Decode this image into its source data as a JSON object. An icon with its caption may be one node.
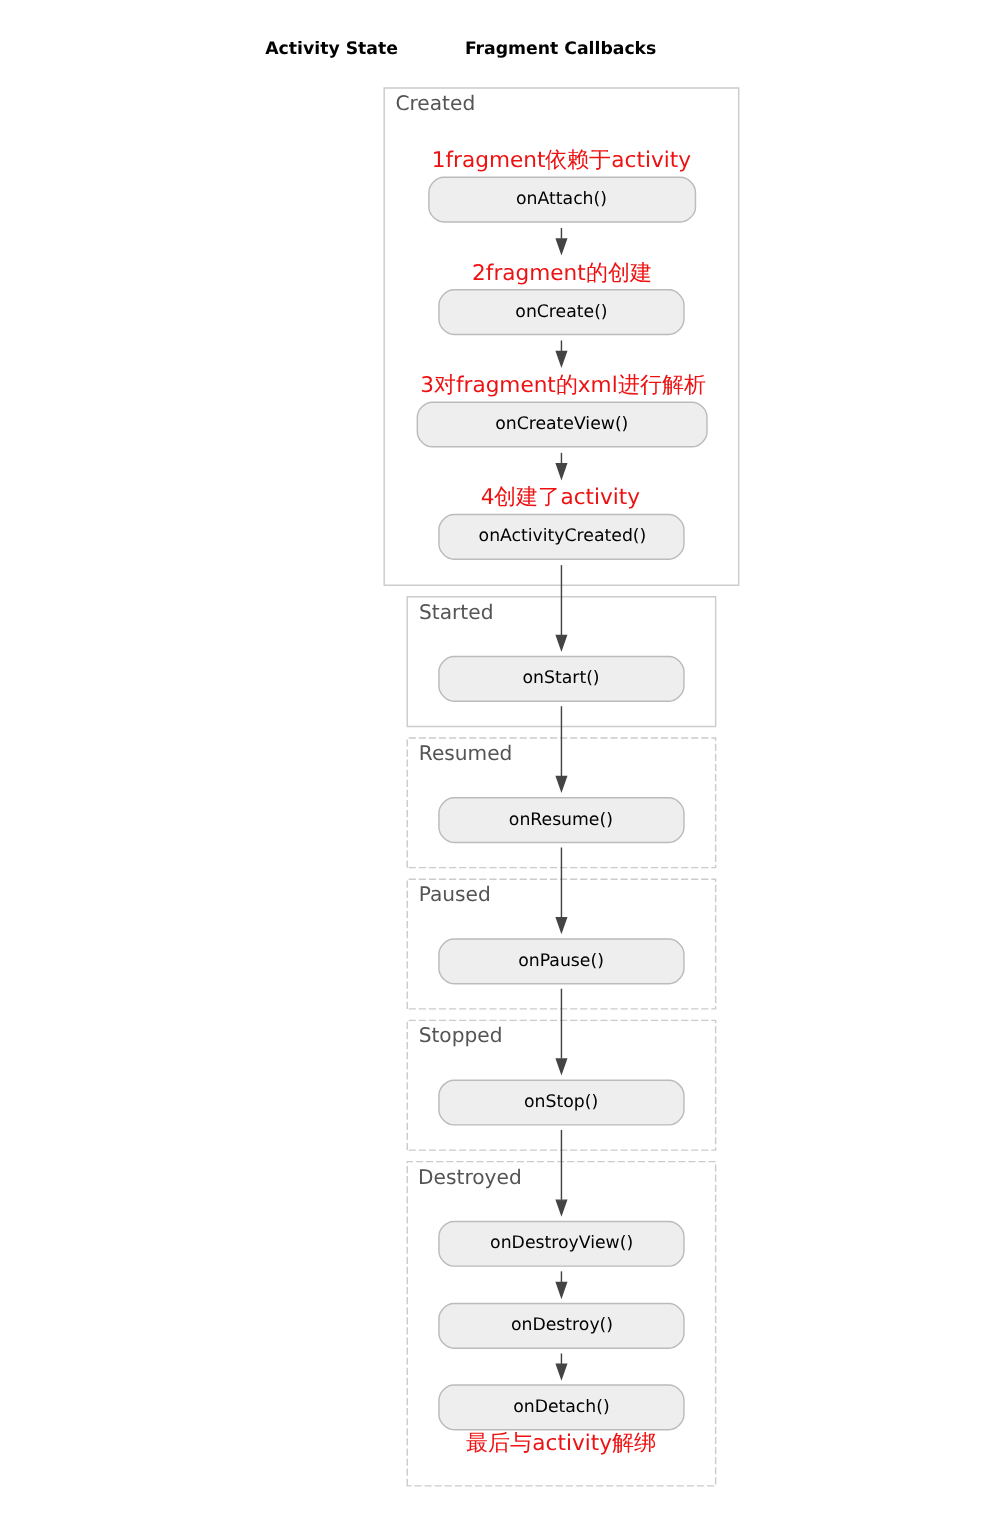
{
  "diagram": {
    "nodes": [
      {
        "text": [
          "Created"
        ]
      },
      {
        "text": [
          "onAttach()"
        ],
        "in": 0,
        "beside": [
          "1fragment依赖于activity"
        ]
      },
      {
        "text": [
          "onCreate()"
        ],
        "in": 0,
        "beside": [
          "2fragment的创建"
        ]
      },
      {
        "text": [
          "onCreateView()"
        ],
        "in": 0,
        "beside": [
          "3对fragment的xml进行解析"
        ]
      },
      {
        "text": [
          "onActivityCreated()"
        ],
        "in": 0,
        "beside": [
          "4创建了activity"
        ]
      },
      {
        "text": [
          "Started"
        ]
      },
      {
        "text": [
          "onStart()"
        ],
        "in": 5
      },
      {
        "text": [
          "Resumed"
        ]
      },
      {
        "text": [
          "onResume()"
        ],
        "in": 7
      },
      {
        "text": [
          "Paused"
        ]
      },
      {
        "text": [
          "onPause()"
        ],
        "in": 9
      },
      {
        "text": [
          "Stopped"
        ]
      },
      {
        "text": [
          "onStop()"
        ],
        "in": 11
      },
      {
        "text": [
          "Destroyed"
        ]
      },
      {
        "text": [
          "onDestroyView()"
        ],
        "in": 13
      },
      {
        "text": [
          "onDestroy()"
        ],
        "in": 13
      },
      {
        "text": [
          "onDetach()"
        ],
        "in": 13,
        "beside": [
          "最后与activity解绑"
        ]
      }
    ],
    "edges": [
      {
        "from": 1,
        "to": 2,
        "arrow": "to"
      },
      {
        "from": 2,
        "to": 3,
        "arrow": "to"
      },
      {
        "from": 3,
        "to": 4,
        "arrow": "to"
      },
      {
        "from": 4,
        "to": 6,
        "arrow": "to"
      },
      {
        "from": 6,
        "to": 8,
        "arrow": "to"
      },
      {
        "from": 8,
        "to": 10,
        "arrow": "to"
      },
      {
        "from": 10,
        "to": 12,
        "arrow": "to"
      },
      {
        "from": 12,
        "to": 14,
        "arrow": "to"
      },
      {
        "from": 14,
        "to": 15,
        "arrow": "to"
      },
      {
        "from": 15,
        "to": 16,
        "arrow": "to"
      }
    ],
    "labels": [
      "Activity State",
      "Fragment Callbacks"
    ]
  }
}
